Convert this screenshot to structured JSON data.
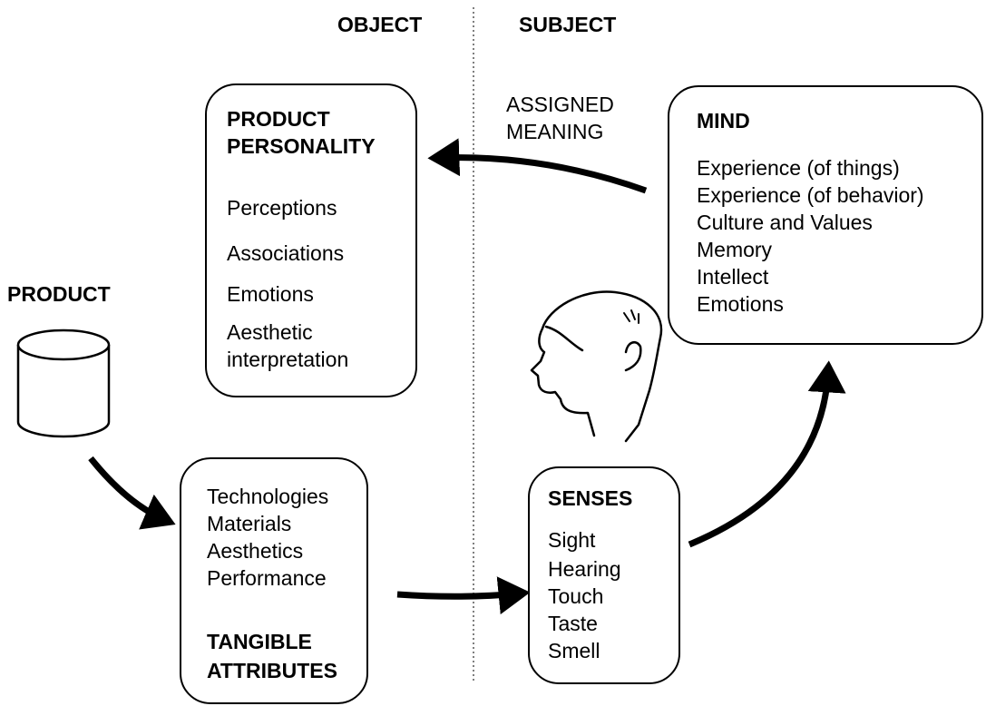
{
  "headers": {
    "object": "OBJECT",
    "subject": "SUBJECT"
  },
  "assigned_meaning": [
    "ASSIGNED",
    "MEANING"
  ],
  "product": {
    "label": "PRODUCT"
  },
  "personality": {
    "title": [
      "PRODUCT",
      "PERSONALITY"
    ],
    "items": [
      "Perceptions",
      "Associations",
      "Emotions",
      "Aesthetic",
      "interpretation"
    ]
  },
  "mind": {
    "title": "MIND",
    "items": [
      "Experience (of things)",
      "Experience (of behavior)",
      "Culture and Values",
      "Memory",
      "Intellect",
      "Emotions"
    ]
  },
  "tangible": {
    "items": [
      "Technologies",
      "Materials",
      "Aesthetics",
      "Performance"
    ],
    "title": [
      "TANGIBLE",
      "ATTRIBUTES"
    ]
  },
  "senses": {
    "title": "SENSES",
    "items": [
      "Sight",
      "Hearing",
      "Touch",
      "Taste",
      "Smell"
    ]
  }
}
